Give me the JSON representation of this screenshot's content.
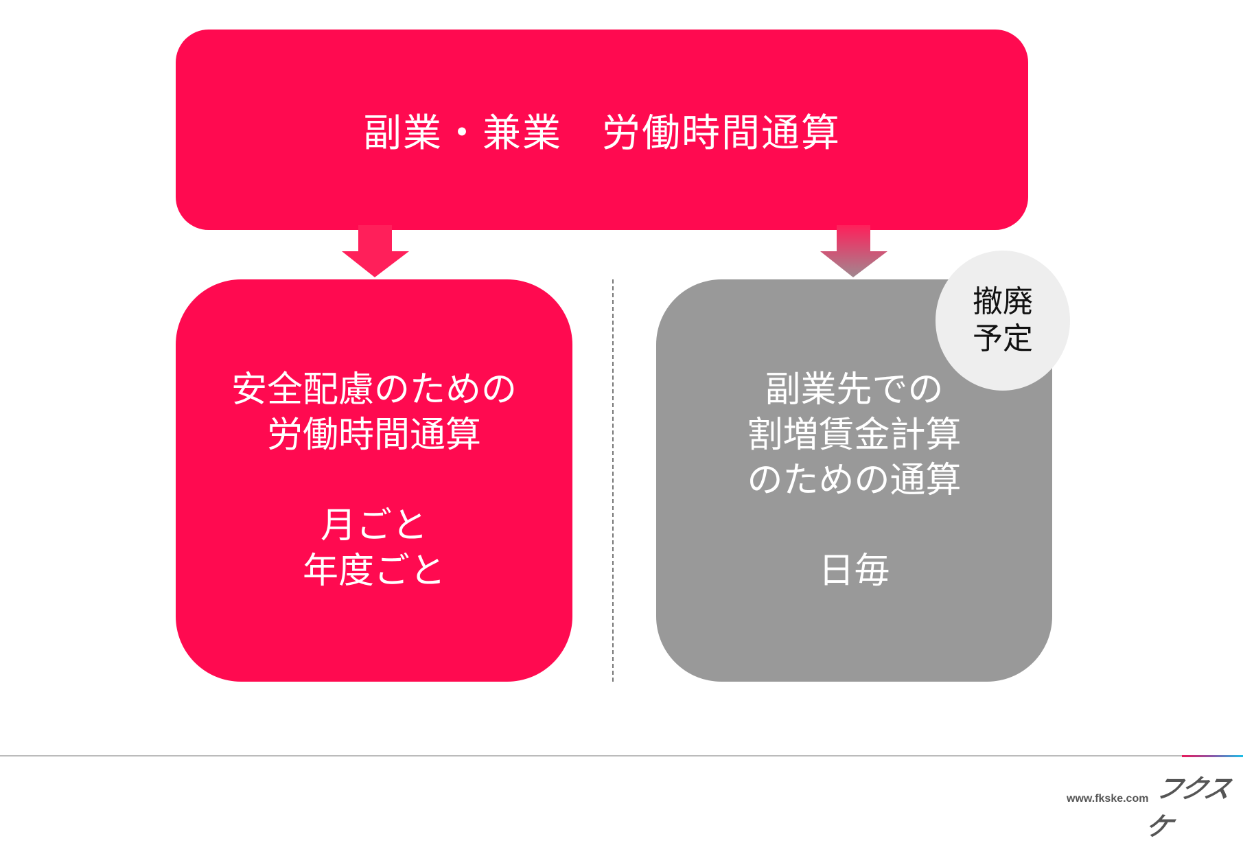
{
  "title": "副業・兼業　労働時間通算",
  "left_box": {
    "line1": "安全配慮のための",
    "line2": "労働時間通算",
    "line3": "月ごと",
    "line4": "年度ごと"
  },
  "right_box": {
    "line1": "副業先での",
    "line2": "割増賃金計算",
    "line3": "のための通算",
    "line4": "日毎"
  },
  "badge": {
    "line1": "撤廃",
    "line2": "予定"
  },
  "footer": {
    "url": "www.fkske.com",
    "logo": "フクスケ"
  },
  "colors": {
    "accent": "#ff0a50",
    "gray": "#999999",
    "badge": "#eeeeee"
  }
}
